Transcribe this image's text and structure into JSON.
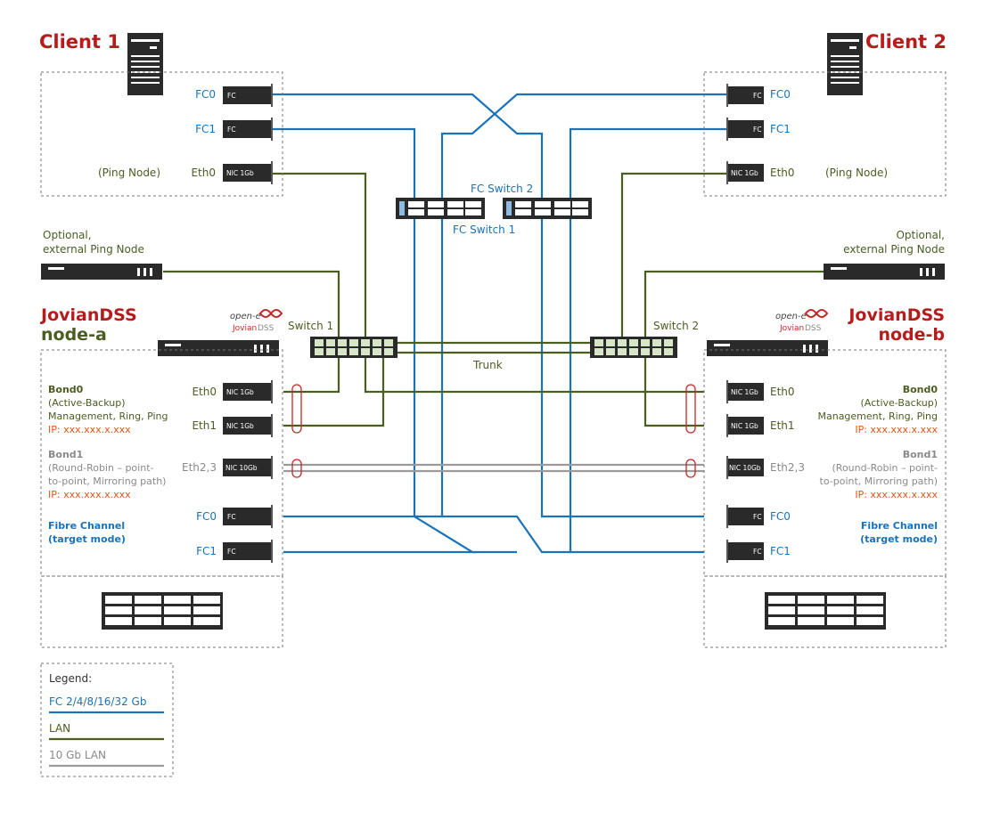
{
  "clients": {
    "left": {
      "title": "Client 1",
      "fc0": "FC0",
      "fc1": "FC1",
      "eth0": "Eth0",
      "ping": "(Ping Node)"
    },
    "right": {
      "title": "Client 2",
      "fc0": "FC0",
      "fc1": "FC1",
      "eth0": "Eth0",
      "ping": "(Ping Node)"
    }
  },
  "cards": {
    "fc": "FC",
    "nic1": "NIC 1Gb",
    "nic10": "NIC 10Gb"
  },
  "fc_switches": {
    "sw1": "FC Switch 1",
    "sw2": "FC Switch 2"
  },
  "ping_node": {
    "line1": "Optional,",
    "line2": "external Ping Node"
  },
  "lan": {
    "switch1": "Switch 1",
    "switch2": "Switch 2",
    "trunk": "Trunk"
  },
  "logo": {
    "brand": "open-e",
    "product_a": "Jovian",
    "product_b": "DSS"
  },
  "node_a": {
    "title1": "JovianDSS",
    "title2": "node-a",
    "eth0": "Eth0",
    "eth1": "Eth1",
    "eth23": "Eth2,3",
    "fc0": "FC0",
    "fc1": "FC1",
    "bond0": "Bond0",
    "bond0_mode": "(Active-Backup)",
    "bond0_use": "Management, Ring, Ping",
    "bond0_ip": "IP: xxx.xxx.x.xxx",
    "bond1": "Bond1",
    "bond1_mode1": "(Round-Robin – point-",
    "bond1_mode2": "to-point, Mirroring path)",
    "bond1_ip": "IP: xxx.xxx.x.xxx",
    "fc_title1": "Fibre Channel",
    "fc_title2": "(target mode)"
  },
  "node_b": {
    "title1": "JovianDSS",
    "title2": "node-b",
    "eth0": "Eth0",
    "eth1": "Eth1",
    "eth23": "Eth2,3",
    "fc0": "FC0",
    "fc1": "FC1",
    "bond0": "Bond0",
    "bond0_mode": "(Active-Backup)",
    "bond0_use": "Management, Ring, Ping",
    "bond0_ip": "IP: xxx.xxx.x.xxx",
    "bond1": "Bond1",
    "bond1_mode1": "(Round-Robin – point-",
    "bond1_mode2": "to-point, Mirroring path)",
    "bond1_ip": "IP: xxx.xxx.x.xxx",
    "fc_title1": "Fibre Channel",
    "fc_title2": "(target mode)"
  },
  "legend": {
    "title": "Legend:",
    "fc": "FC 2/4/8/16/32 Gb",
    "lan": "LAN",
    "lan10": "10 Gb LAN"
  },
  "colors": {
    "fc": "#1a72b8",
    "lan": "#4b5e22",
    "lan10": "#9a9a9a",
    "title": "#b71c1c",
    "ip": "#e0551b"
  }
}
